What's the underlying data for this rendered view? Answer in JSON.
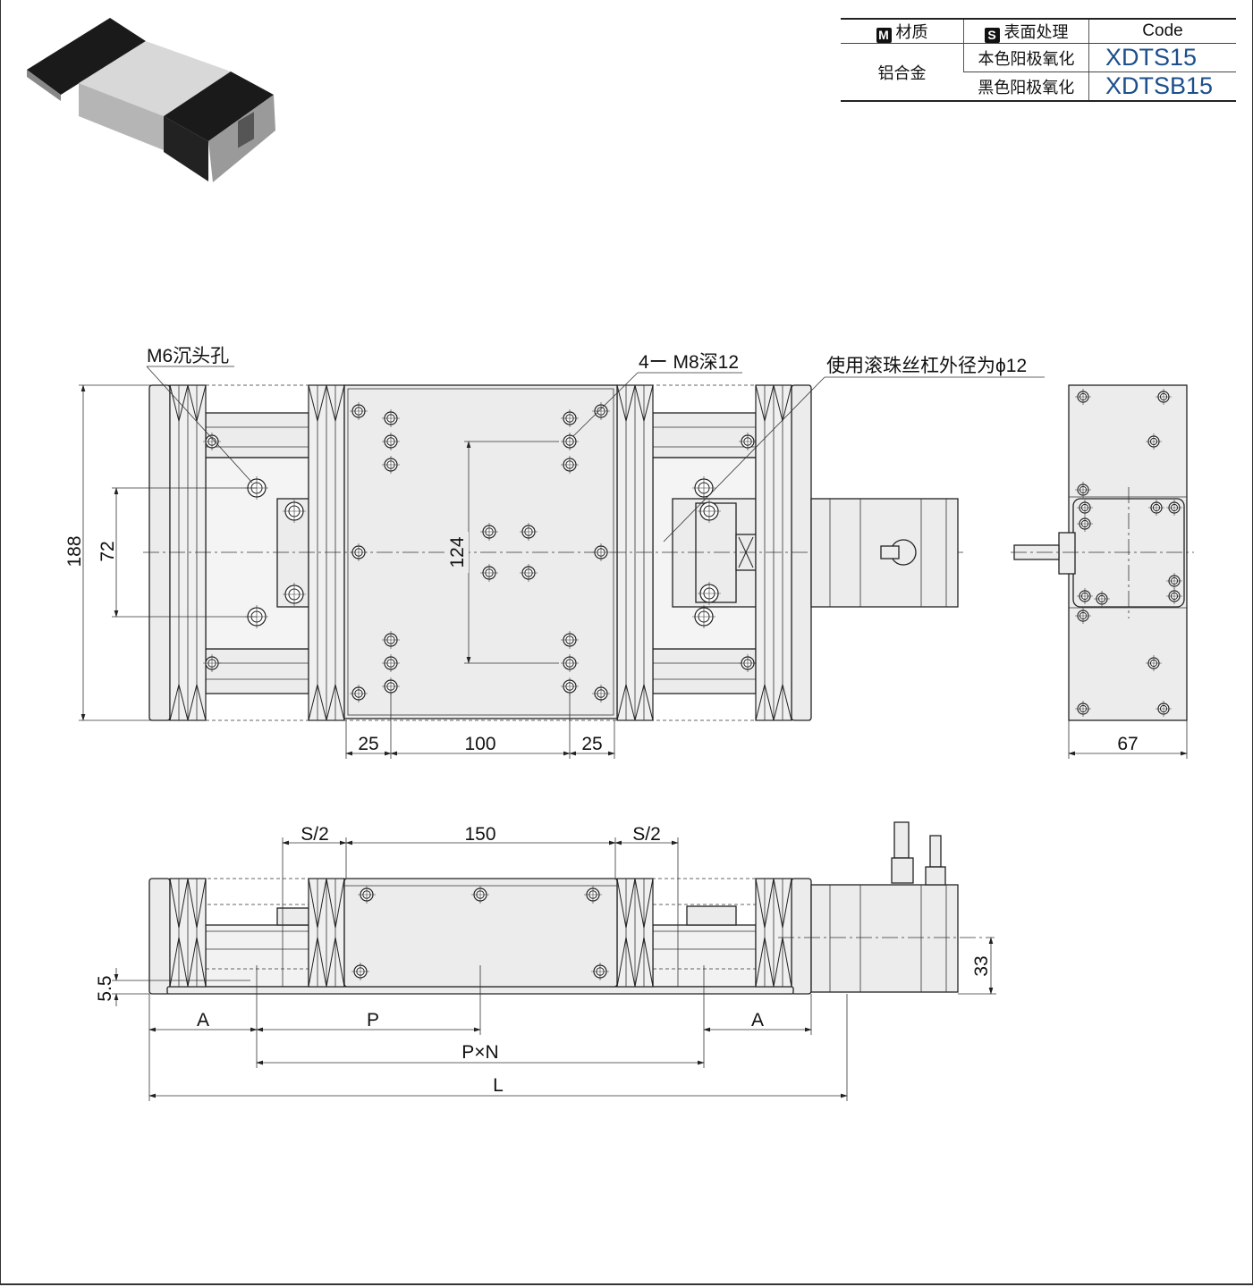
{
  "spec_table": {
    "headers": {
      "material_badge": "M",
      "material": "材质",
      "surface_badge": "S",
      "surface": "表面处理",
      "code": "Code"
    },
    "material": "铝合金",
    "rows": [
      {
        "surface": "本色阳极氧化",
        "code": "XDTS15"
      },
      {
        "surface": "黑色阳极氧化",
        "code": "XDTSB15"
      }
    ],
    "code_color": "#1c4f8c"
  },
  "top_view": {
    "callouts": {
      "counterbore": "M6沉头孔",
      "tapped": "4ー M8深12",
      "screw": "使用滚珠丝杠外径为ϕ12"
    },
    "dims": {
      "height": "188",
      "hole_pitch_y": "72",
      "center_pitch": "124",
      "edge_left": "25",
      "middle": "100",
      "edge_right": "25",
      "side_width": "67"
    }
  },
  "front_view": {
    "dims": {
      "s_half_left": "S/2",
      "carriage_len": "150",
      "s_half_right": "S/2",
      "shaft_height": "33",
      "base_thk": "5.5",
      "a_left": "A",
      "pitch": "P",
      "a_right": "A",
      "pitch_n": "P×N",
      "length": "L"
    }
  }
}
